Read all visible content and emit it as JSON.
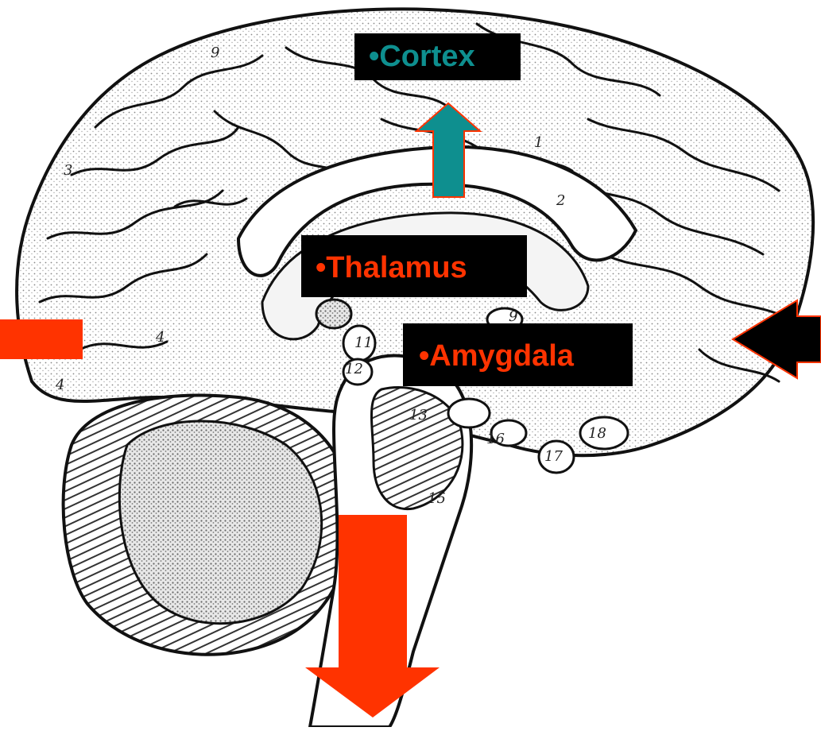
{
  "labels": {
    "cortex": "•Cortex",
    "thalamus": "•Thalamus",
    "amygdala": "•Amygdala"
  },
  "colors": {
    "cortex_text": "#0e8f8f",
    "cortex_arrow": "#0e8f8f",
    "subcortical_text": "#ff3300",
    "output_arrow": "#ff3300",
    "input_arrow": "#000000",
    "arrow_outline": "#ff3300"
  },
  "illustration": {
    "subject": "brain-sagittal-section-engraving",
    "region_numbers": [
      "1",
      "2",
      "3",
      "4",
      "9",
      "11",
      "12",
      "13",
      "15",
      "16",
      "17",
      "18"
    ]
  }
}
